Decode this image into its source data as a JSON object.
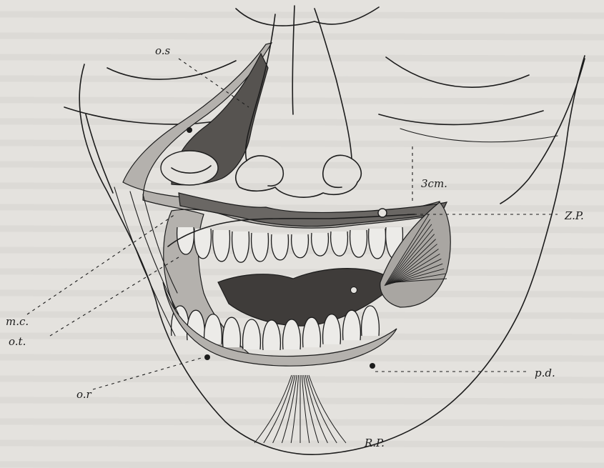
{
  "labels": {
    "o_s": "o.s",
    "z_p": "Z.P.",
    "m_c": "m.c.",
    "o_t": "o.t.",
    "o_r": "o.r",
    "p_d": "p.d.",
    "r_p": "R.P.",
    "measure": "3cm."
  },
  "colors": {
    "ink": "#1c1c1c",
    "paper": "#e4e2de",
    "light_shade": "#b4b1ad",
    "dark_shade": "#565350",
    "mouth": "#3f3c3a"
  }
}
